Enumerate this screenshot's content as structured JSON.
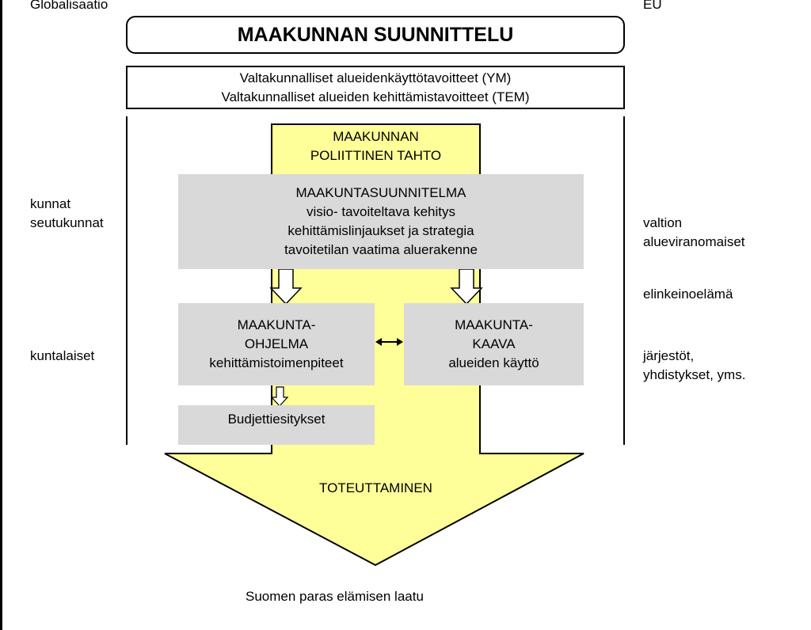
{
  "corner_labels": {
    "left": "Globalisaatio",
    "right": "EU"
  },
  "title": "MAAKUNNAN SUUNNITTELU",
  "national_goals": [
    "Valtakunnalliset alueidenkäyttötavoitteet (YM)",
    "Valtakunnalliset alueiden kehittämistavoitteet (TEM)"
  ],
  "arrow_head_label": [
    "MAAKUNNAN",
    "POLIITTINEN TAHTO"
  ],
  "plan_box": [
    "MAAKUNTASUUNNITELMA",
    "visio- tavoiteltava kehitys",
    "kehittämislinjaukset ja strategia",
    "tavoitetilan vaatima aluerakenne"
  ],
  "program_box": [
    "MAAKUNTA-",
    "OHJELMA",
    "kehittämistoimenpiteet"
  ],
  "zoning_box": [
    "MAAKUNTA-",
    "KAAVA",
    "alueiden käyttö"
  ],
  "budget_box": "Budjettiesitykset",
  "implementation_label": "TOTEUTTAMINEN",
  "outcome_label": "Suomen paras elämisen laatu",
  "left_actors": {
    "group1": [
      "kunnat",
      "seutukunnat"
    ],
    "group2": "kuntalaiset"
  },
  "right_actors": {
    "group1": [
      "valtion",
      "alueviranomaiset"
    ],
    "group2": "elinkeinoelämä",
    "group3": [
      "järjestöt,",
      "yhdistykset, yms."
    ]
  },
  "colors": {
    "arrow_fill": "#ffff99",
    "box_fill": "#d9d9d9",
    "line": "#000000"
  }
}
